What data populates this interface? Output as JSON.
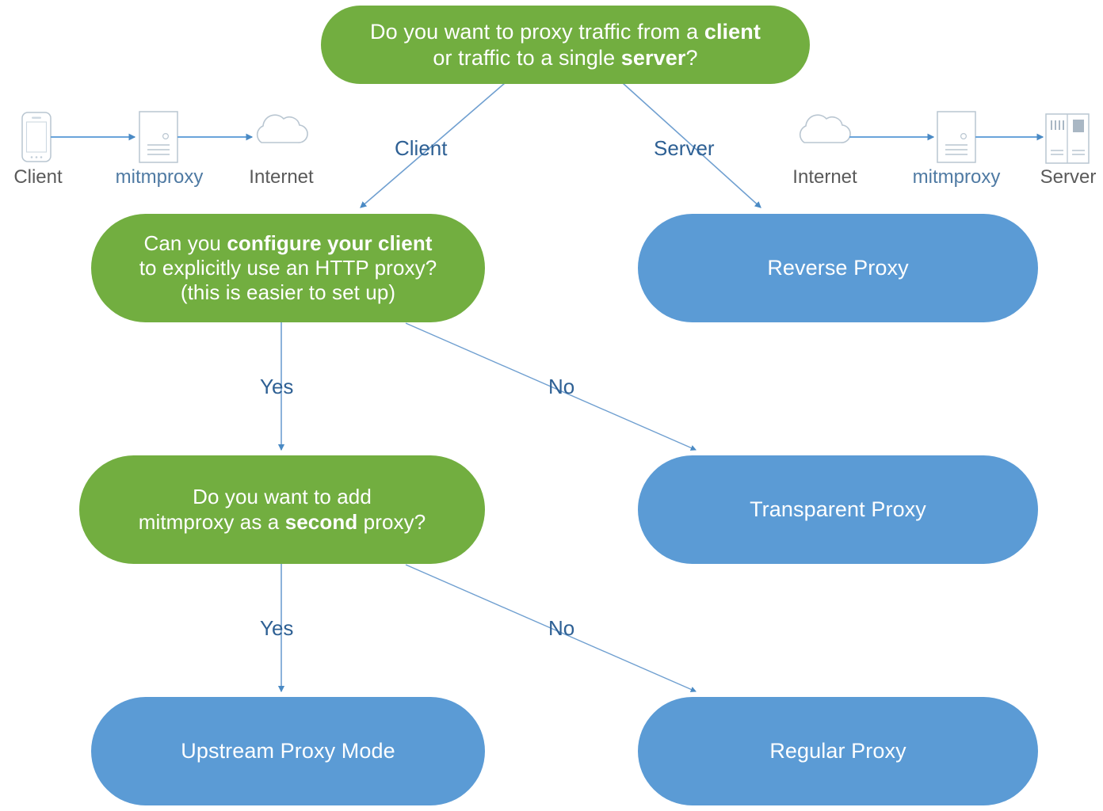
{
  "diagram": {
    "title": "mitmproxy mode selection flowchart",
    "colors": {
      "decision_green": "#72ae40",
      "result_blue": "#5b9bd5",
      "connector_blue": "#5b9bd5",
      "edge_label_blue": "#2e6094",
      "caption_gray": "#5a5a5a"
    }
  },
  "nodes": {
    "root_question": {
      "kind": "decision",
      "line1_a": "Do you want to proxy traffic from a ",
      "line1_b": "client",
      "line2_a": "or traffic to a single ",
      "line2_b": "server",
      "line2_c": "?"
    },
    "configure_question": {
      "kind": "decision",
      "line1_a": "Can you ",
      "line1_b": "configure your client",
      "line2": "to explicitly use an HTTP proxy?",
      "line3": "(this is easier to set up)"
    },
    "second_proxy_question": {
      "kind": "decision",
      "line1": "Do you want to add",
      "line2_a": "mitmproxy as a ",
      "line2_b": "second",
      "line2_c": " proxy?"
    },
    "reverse_proxy": {
      "kind": "result",
      "label": "Reverse Proxy"
    },
    "transparent_proxy": {
      "kind": "result",
      "label": "Transparent Proxy"
    },
    "upstream_proxy": {
      "kind": "result",
      "label": "Upstream Proxy Mode"
    },
    "regular_proxy": {
      "kind": "result",
      "label": "Regular Proxy"
    }
  },
  "edge_labels": {
    "client": "Client",
    "server": "Server",
    "yes_1": "Yes",
    "no_1": "No",
    "yes_2": "Yes",
    "no_2": "No"
  },
  "topologies": {
    "client_side": {
      "captions": [
        "Client",
        "mitmproxy",
        "Internet"
      ],
      "icons": [
        "phone-icon",
        "mitmproxy-document-icon",
        "cloud-icon"
      ],
      "flow": "Client -> mitmproxy -> Internet"
    },
    "server_side": {
      "captions": [
        "Internet",
        "mitmproxy",
        "Server"
      ],
      "icons": [
        "cloud-icon",
        "mitmproxy-document-icon",
        "server-rack-icon"
      ],
      "flow": "Internet -> mitmproxy -> Server"
    }
  }
}
